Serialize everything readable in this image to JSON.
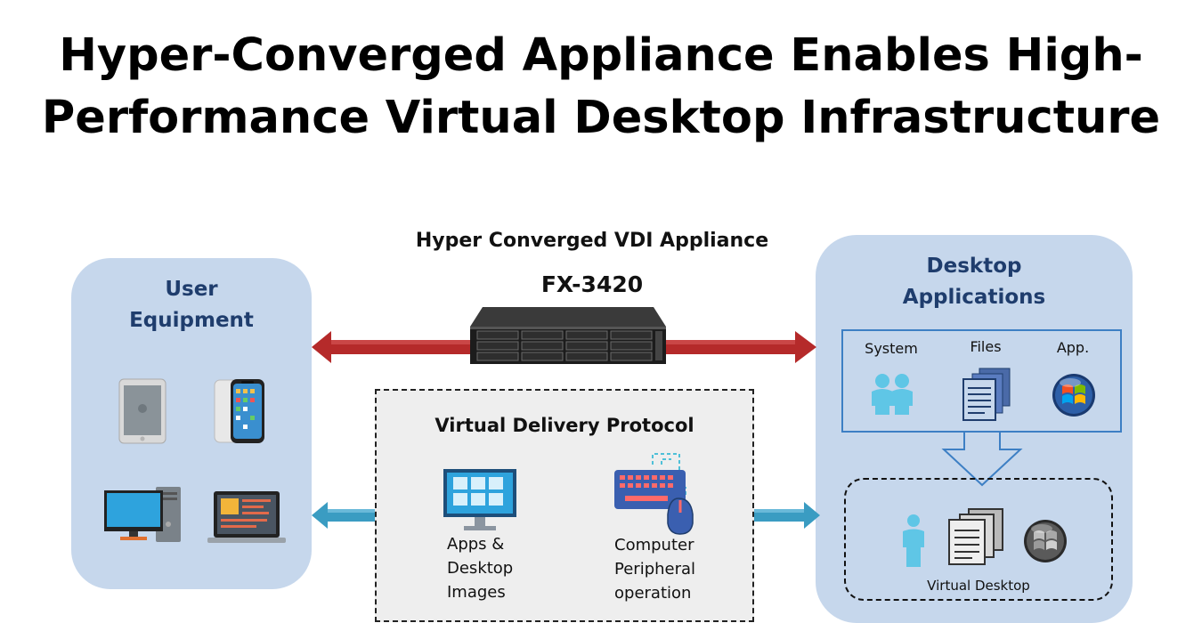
{
  "title": {
    "line1": "Hyper-Converged Appliance Enables High-",
    "line2": "Performance Virtual Desktop Infrastructure"
  },
  "appliance": {
    "label": "Hyper Converged VDI Appliance",
    "model": "FX-3420"
  },
  "user_equipment": {
    "title_line1": "User",
    "title_line2": "Equipment",
    "devices": [
      "tablet-icon",
      "smartphone-icon",
      "desktop-pc-icon",
      "laptop-icon"
    ]
  },
  "protocol": {
    "title": "Virtual Delivery Protocol",
    "items": [
      {
        "icon": "monitor-apps-icon",
        "lines": [
          "Apps &",
          "Desktop",
          "Images"
        ]
      },
      {
        "icon": "keyboard-mouse-icon",
        "lines": [
          "Computer",
          "Peripheral",
          "operation"
        ]
      }
    ]
  },
  "desktop_applications": {
    "title_line1": "Desktop",
    "title_line2": "Applications",
    "columns": [
      {
        "label": "System",
        "icon": "users-icon"
      },
      {
        "label": "Files",
        "icon": "documents-icon"
      },
      {
        "label": "App.",
        "icon": "windows-logo-icon"
      }
    ],
    "virtual_desktop_label": "Virtual Desktop"
  },
  "colors": {
    "panel": "#c6d7ec",
    "panel_title": "#1f3d6d",
    "red_arrow": "#b52a2a",
    "blue_arrow": "#3a9cc2",
    "box_border": "#3d7fc4"
  }
}
